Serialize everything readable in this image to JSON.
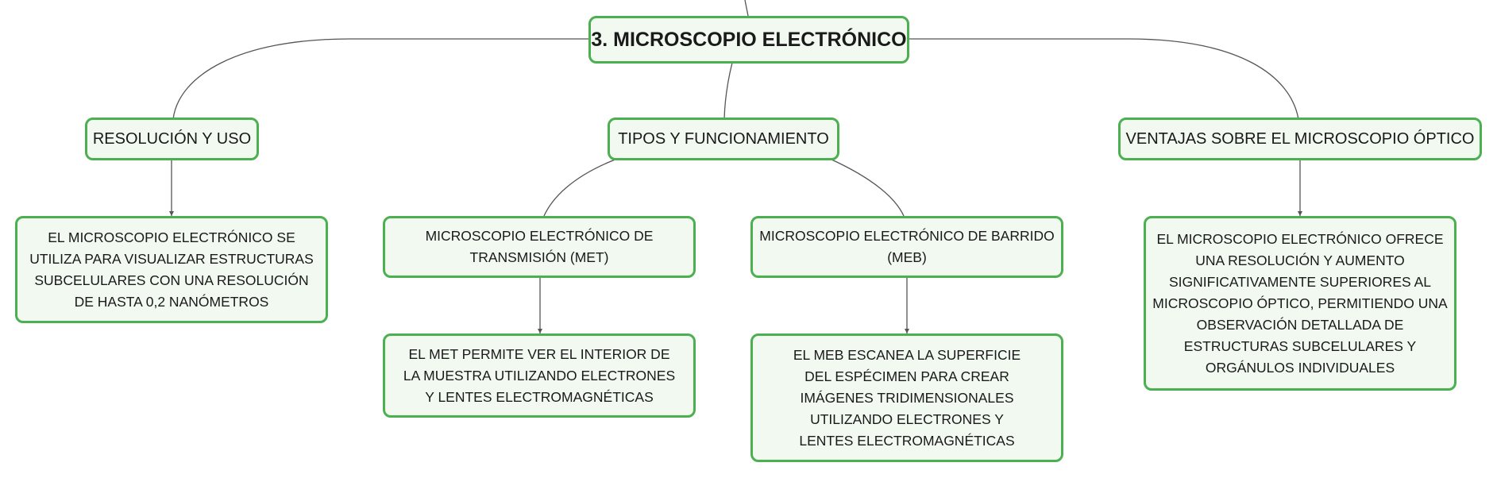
{
  "map": {
    "root": "3. MICROSCOPIO ELECTRÓNICO",
    "topics": [
      {
        "label": "RESOLUCIÓN Y USO",
        "children": [
          "EL MICROSCOPIO ELECTRÓNICO SE UTILIZA PARA VISUALIZAR ESTRUCTURAS SUBCELULARES CON UNA RESOLUCIÓN DE HASTA 0,2 NANÓMETROS"
        ]
      },
      {
        "label": "TIPOS Y FUNCIONAMIENTO",
        "subtopics": [
          {
            "label": "MICROSCOPIO ELECTRÓNICO DE TRANSMISIÓN (MET)",
            "detail": "EL MET PERMITE VER EL INTERIOR DE LA MUESTRA UTILIZANDO ELECTRONES Y LENTES ELECTROMAGNÉTICAS"
          },
          {
            "label": "MICROSCOPIO ELECTRÓNICO DE BARRIDO (MEB)",
            "detail": "EL MEB ESCANEA LA SUPERFICIE DEL ESPÉCIMEN PARA CREAR IMÁGENES TRIDIMENSIONALES UTILIZANDO ELECTRONES Y LENTES ELECTROMAGNÉTICAS"
          }
        ]
      },
      {
        "label": "VENTAJAS SOBRE EL MICROSCOPIO ÓPTICO",
        "children": [
          "EL MICROSCOPIO ELECTRÓNICO OFRECE UNA RESOLUCIÓN Y AUMENTO SIGNIFICATIVAMENTE SUPERIORES AL MICROSCOPIO ÓPTICO, PERMITIENDO UNA OBSERVACIÓN DETALLADA DE ESTRUCTURAS SUBCELULARES Y ORGÁNULOS INDIVIDUALES"
        ]
      }
    ]
  },
  "colors": {
    "border": "#4caf50",
    "fill": "#f1f9f1",
    "connector": "#555555"
  }
}
